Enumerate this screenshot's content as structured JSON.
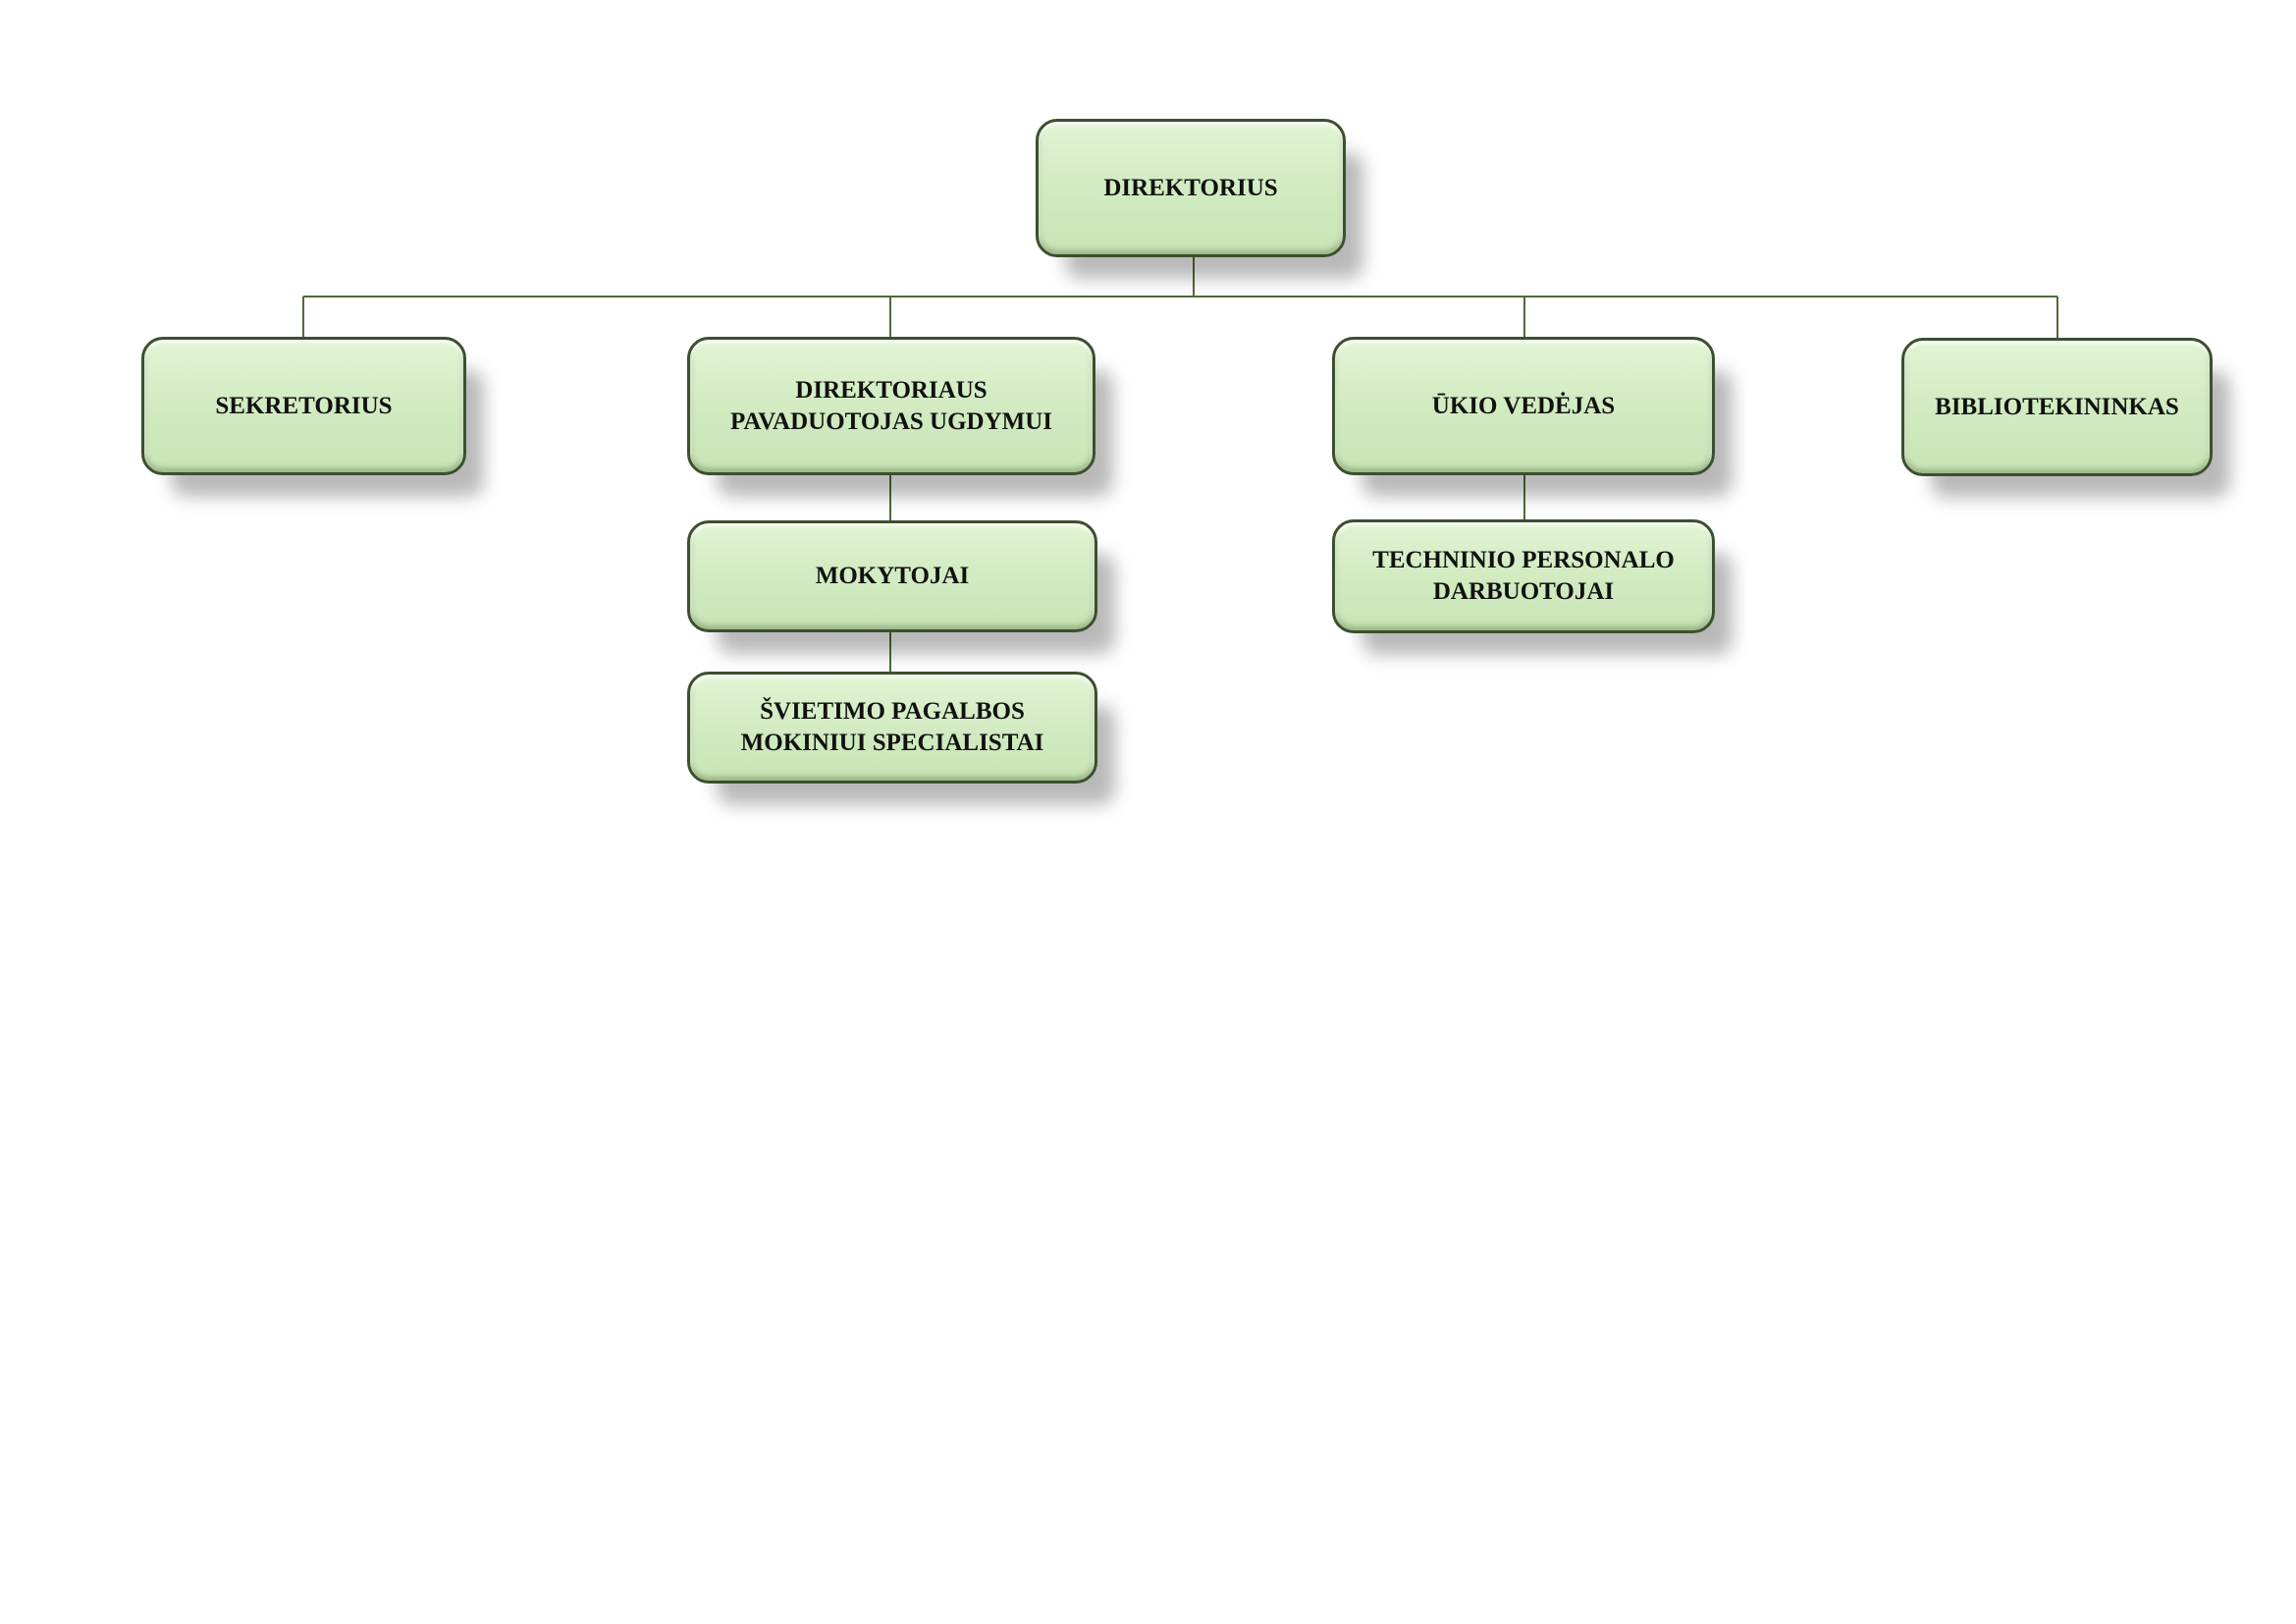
{
  "org_chart": {
    "root": {
      "label": "DIREKTORIUS"
    },
    "level1": [
      {
        "label": "SEKRETORIUS"
      },
      {
        "label": "DIREKTORIAUS\nPAVADUOTOJAS UGDYMUI"
      },
      {
        "label": "ŪKIO VEDĖJAS"
      },
      {
        "label": "BIBLIOTEKININKAS"
      }
    ],
    "under_deputy": [
      {
        "label": "MOKYTOJAI"
      },
      {
        "label": "ŠVIETIMO PAGALBOS\nMOKINIUI SPECIALISTAI"
      }
    ],
    "under_manager": [
      {
        "label": "TECHNINIO PERSONALO\nDARBUOTOJAI"
      }
    ],
    "colors": {
      "node_fill": "#d3ecc3",
      "node_border": "#3d4f2e",
      "connector": "#4f6b3a",
      "text": "#111111"
    }
  }
}
